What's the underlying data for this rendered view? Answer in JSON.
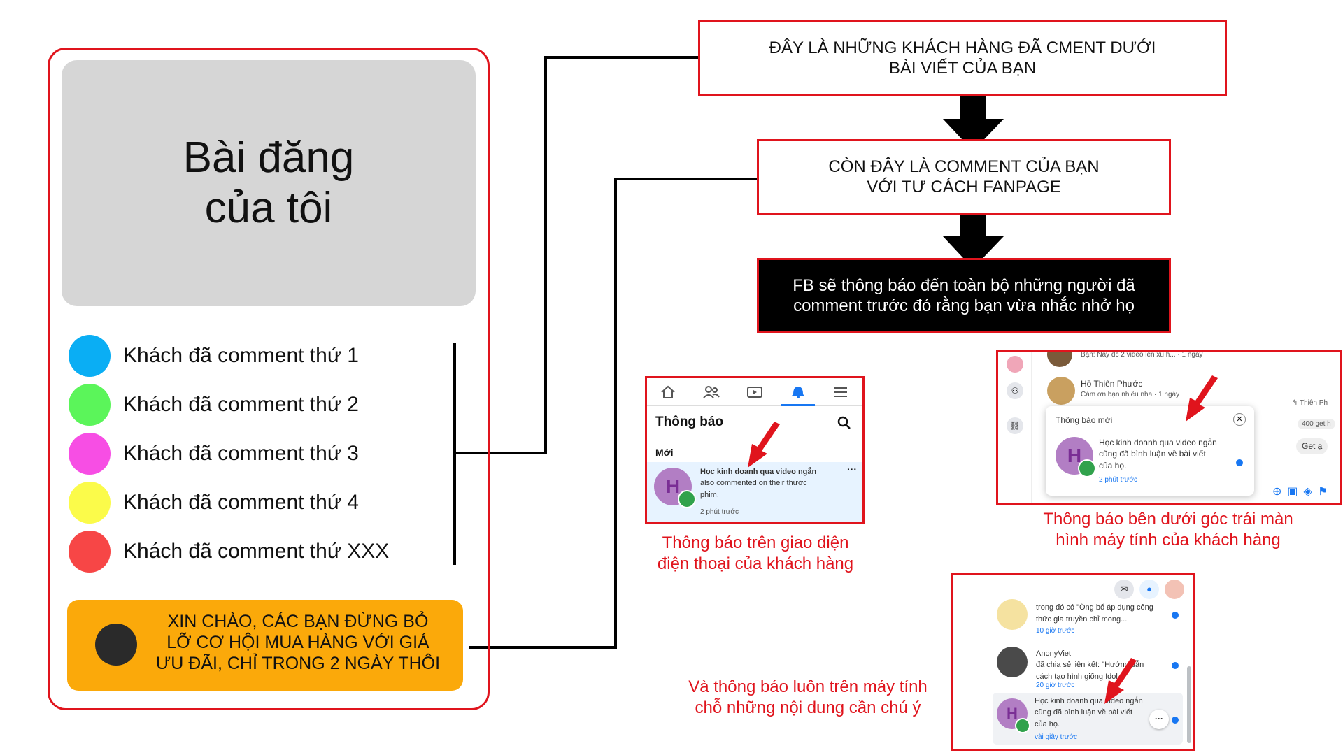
{
  "post": {
    "title": "Bài đăng\ncủa tôi",
    "comments": [
      {
        "label": "Khách đã comment thứ 1",
        "color": "#0aaef4"
      },
      {
        "label": "Khách đã comment thứ 2",
        "color": "#5bf55a"
      },
      {
        "label": "Khách đã comment thứ 3",
        "color": "#f74ee4"
      },
      {
        "label": "Khách đã comment thứ 4",
        "color": "#fbfb4a"
      },
      {
        "label": "Khách đã comment thứ XXX",
        "color": "#f74646"
      }
    ],
    "promo_text": "Xin chào, các bạn đừng bỏ\nlỡ cơ hội mua hàng với giá\nưu đãi, chỉ trong 2 ngày thôi"
  },
  "flow": {
    "box1": "Đây là những khách hàng đã cment dưới\nbài viết của bạn",
    "box2": "Còn đây là comment của bạn\nvới tư cách fanpage",
    "box3": "FB sẽ thông báo đến toàn bộ những người đã\ncomment trước đó rằng bạn vừa nhắc nhở họ"
  },
  "mobile": {
    "title": "Thông báo",
    "section": "Mới",
    "notif_name": "Học kinh doanh qua video ngắn",
    "notif_text": "also commented on their thước phim.",
    "notif_time": "2 phút trước",
    "avatar_letter": "H",
    "caption": "Thông báo trên giao diện\nđiện thoại của khách hàng"
  },
  "desktop": {
    "top_text": "Bạn: Nay dc 2 video lên xu h... · 1 ngày",
    "person_name": "Hồ Thiên Phước",
    "person_text": "Cảm ơn bạn nhiều nha · 1 ngày",
    "side_name": "↰ Thiên Ph",
    "side_count": "400 get h",
    "side_reply": "Get ạ",
    "popup_title": "Thông báo mới",
    "popup_name": "Học kinh doanh qua video ngắn",
    "popup_text": "cũng đã bình luận về bài viết của họ.",
    "popup_time": "2 phút trước",
    "avatar_letter": "H",
    "caption": "Thông báo bên dưới góc trái màn\nhình máy tính của khách hàng"
  },
  "desktop2": {
    "n1_text": "trong đó có \"Ông bố áp dụng công thức gia truyền chỉ mong...",
    "n1_time": "10 giờ trước",
    "n2_name": "AnonyViet",
    "n2_text": "đã chia sẻ liên kết: \"Hướng dẫn cách tạo hình giống Idol...",
    "n2_time": "20 giờ trước",
    "n3_name": "Học kinh doanh qua video ngắn",
    "n3_text": "cũng đã bình luận về bài viết của họ.",
    "n3_time": "vài giây trước",
    "avatar_letter": "H",
    "caption": "Và thông báo luôn trên máy tính\nchỗ những nội dung cần chú ý"
  }
}
